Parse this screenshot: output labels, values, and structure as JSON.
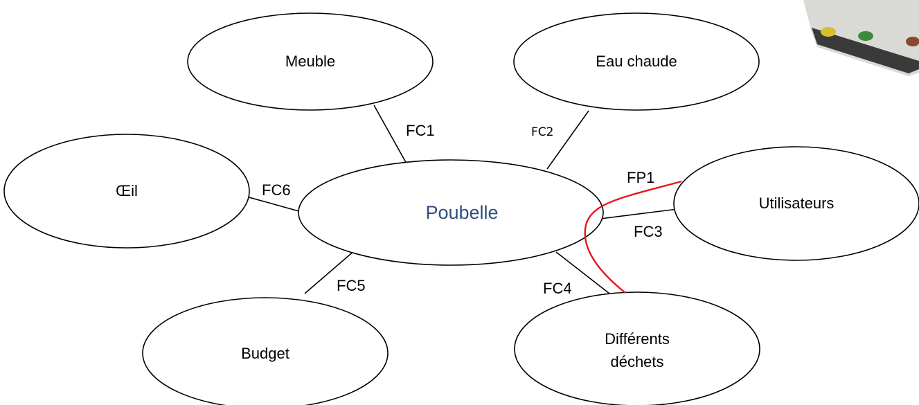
{
  "center": {
    "label": "Poubelle",
    "color": "#2f4f7f"
  },
  "nodes": {
    "meuble": "Meuble",
    "eau_chaude": "Eau chaude",
    "oeil": "Œil",
    "utilisateurs": "Utilisateurs",
    "budget": "Budget",
    "dechets_line1": "Différents",
    "dechets_line2": "déchets"
  },
  "links": {
    "fc1": "FC1",
    "fc2": "FC2",
    "fc3": "FC3",
    "fc4": "FC4",
    "fc5": "FC5",
    "fc6": "FC6",
    "fp1": "FP1"
  },
  "colors": {
    "fp": "#e8141c",
    "stroke": "#000000"
  }
}
